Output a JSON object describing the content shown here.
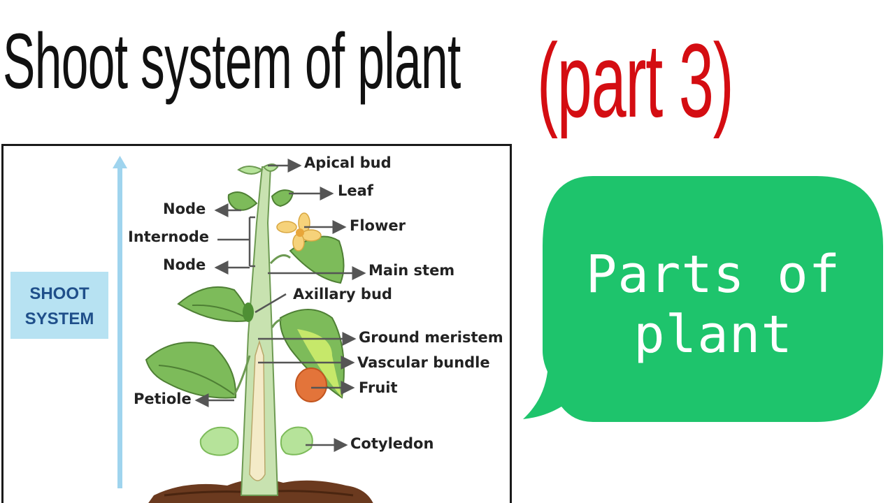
{
  "header": {
    "title": "Shoot system of plant",
    "part_label": "(part 3)",
    "part_color": "#d40d12"
  },
  "diagram": {
    "side_label_line1": "SHOOT",
    "side_label_line2": "SYSTEM",
    "labels": {
      "apical_bud": "Apical bud",
      "leaf": "Leaf",
      "node_top": "Node",
      "flower": "Flower",
      "internode": "Internode",
      "node_bottom": "Node",
      "main_stem": "Main stem",
      "axillary_bud": "Axillary bud",
      "ground_meristem": "Ground meristem",
      "vascular_bundle": "Vascular bundle",
      "fruit": "Fruit",
      "petiole": "Petiole",
      "cotyledon": "Cotyledon"
    },
    "colors": {
      "leaf": "#7dbb5a",
      "stem": "#c8e2b0",
      "flower": "#f6d27a",
      "fruit": "#e3743a",
      "soil": "#6b3a1f",
      "arrow": "#9fd4ee"
    }
  },
  "callout": {
    "line1": "Parts of",
    "line2": "plant",
    "color": "#1ec46c"
  }
}
